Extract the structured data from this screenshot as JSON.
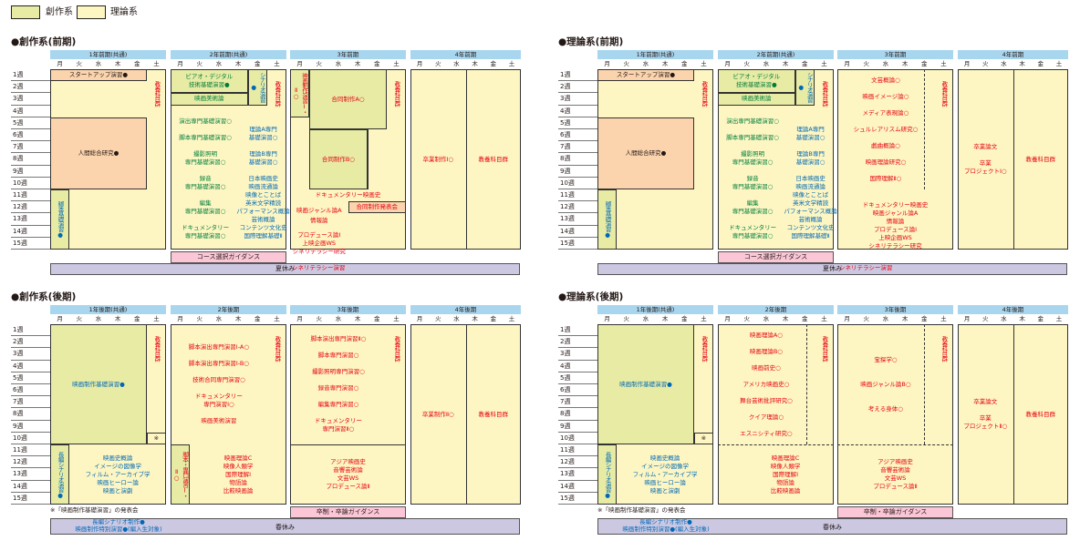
{
  "legend": [
    {
      "label": "創作系",
      "color": "#e7eba4"
    },
    {
      "label": "理論系",
      "color": "#fdf6c2"
    }
  ],
  "weeks": [
    "1週",
    "2週",
    "3週",
    "4週",
    "5週",
    "6週",
    "7週",
    "8週",
    "9週",
    "10週",
    "11週",
    "12週",
    "13週",
    "14週",
    "15週"
  ],
  "days": [
    "月",
    "火",
    "水",
    "木",
    "金",
    "土"
  ],
  "panels": {
    "sz": {
      "title": "●創作系(前期)",
      "years": [
        "1年前期(共通)",
        "2年前期(共通)",
        "3年前期",
        "4年前期"
      ]
    },
    "rz": {
      "title": "●理論系(前期)",
      "years": [
        "1年前期(共通)",
        "2年前期(共通)",
        "3年前期",
        "4年前期"
      ]
    },
    "sk": {
      "title": "●創作系(後期)",
      "years": [
        "1年後期(共通)",
        "2年後期",
        "3年後期",
        "4年後期"
      ]
    },
    "rk": {
      "title": "●理論系(後期)",
      "years": [
        "1年後期(共通)",
        "2年後期",
        "3年後期",
        "4年後期"
      ]
    }
  },
  "text": {
    "startup": "スタートアップ演習●",
    "kyoyo": "教養科目群",
    "jinmon": "人間総合研究●",
    "kyakuhon_kiso": "脚本基礎演習●",
    "digital": "ビアオ・デジタル\n技術基礎演習●",
    "eiga_bijutsu": "映画美術論",
    "scenario": "シナリオ演習●",
    "s2_list": "演出専門基礎演習○\n\n脚本専門基礎演習○\n\n撮影照明\n専門基礎演習○\n\n録音\n専門基礎演習○\n\n編集\n専門基礎演習○\n\nドキュメンタリー\n専門基礎演習○",
    "s2_right": "理論A専門\n基礎演習○\n\n理論B専門\n基礎演習○\n\n日本映画史\n映画流通論\n映像とことば\n英米文学精読\nパフォーマンス概論\n芸術概論\nコンテンツ文化史\n国際理解基礎Ⅱ",
    "eiga_enshu": "映画制作演習Ⅰ・Ⅱ○",
    "goudou_a": "合同制作A○",
    "goudou_b": "合同制作B○",
    "doc_film": "ドキュメンタリー映画史",
    "genre_a": "映画ジャンル論A",
    "joho": "情報論",
    "goudou_happyo": "合同制作発表会",
    "s3_list": "プロデュース論Ⅰ\n上映企画WS\nシネリテラシー研究",
    "sotsugyo1": "卒業制作Ⅰ○",
    "course_guide": "コース選択ガイダンス",
    "natsu": "夏休み",
    "cine_lit": "シネリテラシー演習",
    "r2_list": "理論A専門\n基礎演習○\n\n理論B専門\n基礎演習○\n\n日本映画史\n映画流通論\n映像とことば\n英米文学精読\nパフォーマンス概論\n芸術概論\nコンテンツ文化史\n国際理解基礎Ⅱ",
    "r3_list": "文芸概論○\n\n映画イメージ論○\n\nメディア表現論○\n\nシュルレアリスム研究○\n\n戯曲概論○\n\n映画理論研究○\n\n国際理解Ⅱ○",
    "r3_bottom": "ドキュメンタリー映画史\n映画ジャンル論A\n情報論\nプロデュース論Ⅰ\n上映企画WS\nシネリテラシー研究",
    "r4": "卒業論文\n\n卒業\nプロジェクトⅠ○",
    "eiga_seisaku_kiso": "映画制作基礎演習●",
    "kome": "※",
    "chohen": "長編シナリオ演習●",
    "k1_list": "映画史概論\nイメージの図像学\nフィルム・アーカイブ学\n映画ヒーロー論\n映画と演劇",
    "sk2_list": "脚本演出専門演習Ⅰ-A○\n\n脚本演出専門演習Ⅰ-B○\n\n技術合同専門演習○\n\nドキュメンタリー\n専門演習Ⅰ○\n\n映画美術演習",
    "kyakuhon_sakuhin": "脚本・専門演習Ⅰ・Ⅱ○",
    "sk2_bottom": "映画理論C\n映像人類学\n国際理解Ⅰ\n物語論\n比較映画論",
    "sk3_list": "脚本演出専門演習Ⅱ○\n\n脚本専門演習○\n\n撮影照明専門演習○\n\n録音専門演習○\n\n編集専門演習○\n\nドキュメンタリー\n専門演習Ⅱ○",
    "k3_bottom": "アジア映画史\n音響芸術論\n文芸WS\nプロデュース論Ⅱ",
    "sotsugyo2": "卒業制作Ⅱ○",
    "sotsuron_guide": "卒制・卒論ガイダンス",
    "haru": "春休み",
    "footnote": "※「映画制作基礎演習」の発表会",
    "chohen_bottom": "長編シナリオ制作●\n映画制作特別演習●(編入生対象)",
    "rk2_list": "映画理論A○\n\n映画理論B○\n\n映画前史○\n\nアメリカ映画史○\n\n舞台芸術批評研究○\n\nクイア理論○\n\nエスニシティ研究○",
    "rk3_list": "宝探学○\n\n\n映画ジャンル論B○\n\n\n考える身体○",
    "r4b": "卒業論文\n\n卒業\nプロジェクトⅡ○"
  }
}
